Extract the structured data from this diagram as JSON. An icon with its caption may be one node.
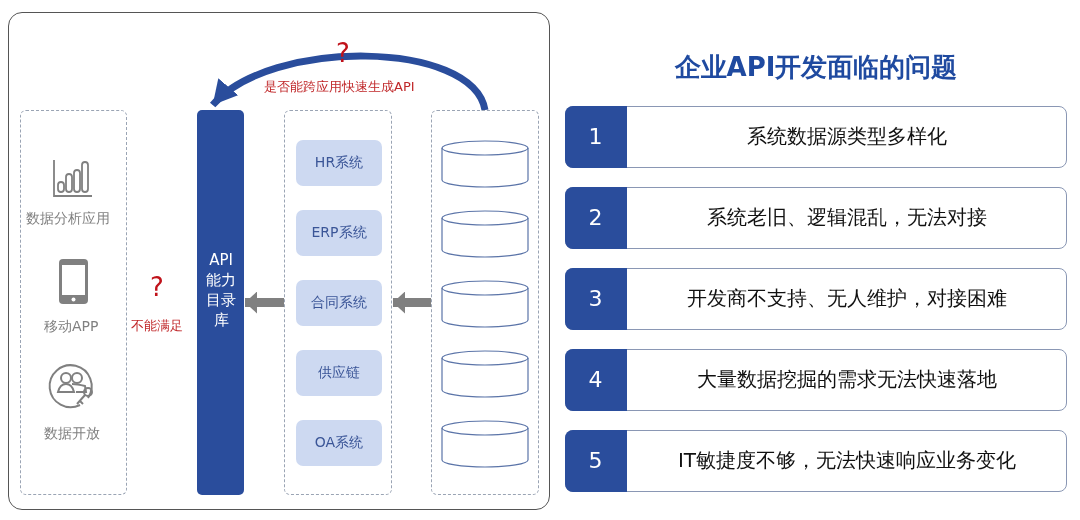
{
  "diagram": {
    "title": "企业API开发面临的问题",
    "nodes": [
      {
        "text": [
          "API能力目录库"
        ]
      },
      {
        "text": [],
        "shape": "box"
      },
      {
        "text": [
          "HR系统"
        ],
        "in": 1
      },
      {
        "text": [
          "ERP系统"
        ],
        "in": 1
      },
      {
        "text": [
          "合同系统"
        ],
        "in": 1
      },
      {
        "text": [
          "供应链"
        ],
        "in": 1
      },
      {
        "text": [
          "OA系统"
        ],
        "in": 1
      },
      {
        "text": [],
        "shape": "box"
      },
      {
        "text": [],
        "shape": "cylinder",
        "in": 7
      },
      {
        "text": [],
        "shape": "cylinder",
        "in": 7
      },
      {
        "text": [],
        "shape": "cylinder",
        "in": 7
      },
      {
        "text": [],
        "shape": "cylinder",
        "in": 7
      },
      {
        "text": [],
        "shape": "cylinder",
        "in": 7
      },
      {
        "text": [
          "1",
          "系统数据源类型多样化"
        ]
      },
      {
        "text": [
          "2",
          "系统老旧、逻辑混乱，无法对接"
        ]
      },
      {
        "text": [
          "3",
          "开发商不支持、无人维护，对接困难"
        ]
      },
      {
        "text": [
          "4",
          "大量数据挖掘的需求无法快速落地"
        ]
      },
      {
        "text": [
          "5",
          "IT敏捷度不够，无法快速响应业务变化"
        ]
      }
    ],
    "edges": [
      {
        "from": 7,
        "to": 1,
        "arrow": "to"
      },
      {
        "from": 1,
        "to": 0,
        "arrow": "to"
      },
      {
        "from": 7,
        "to": 0,
        "arrow": "to",
        "label": "是否能跨应用快速生成API"
      }
    ],
    "labels": [
      "?",
      "数据分析应用",
      "移动APP",
      "?",
      "不能满足",
      "数据开放"
    ]
  }
}
